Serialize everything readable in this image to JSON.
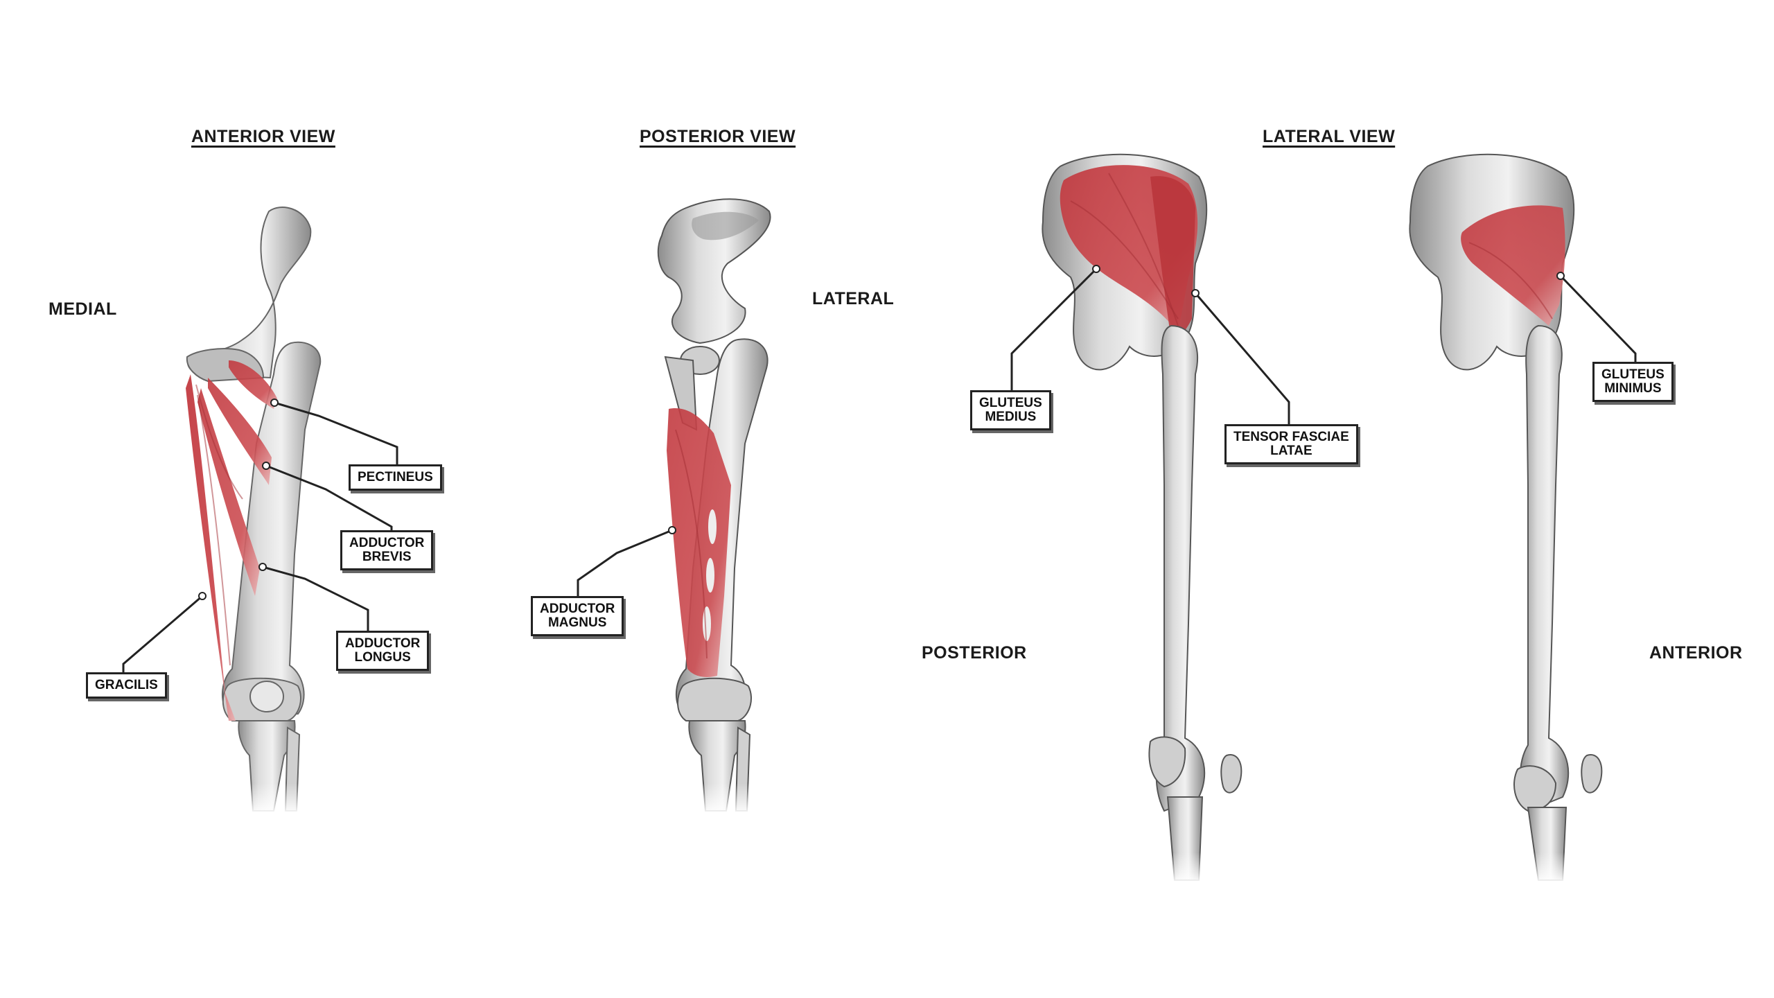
{
  "views": {
    "anterior": {
      "title": "ANTERIOR VIEW"
    },
    "posterior": {
      "title": "POSTERIOR VIEW"
    },
    "lateral": {
      "title": "LATERAL VIEW"
    }
  },
  "directions": {
    "medial": "MEDIAL",
    "lateral": "LATERAL",
    "posterior": "POSTERIOR",
    "anterior": "ANTERIOR"
  },
  "muscles": {
    "pectineus": {
      "line1": "PECTINEUS"
    },
    "adductor_brevis": {
      "line1": "ADDUCTOR",
      "line2": "BREVIS"
    },
    "adductor_longus": {
      "line1": "ADDUCTOR",
      "line2": "LONGUS"
    },
    "gracilis": {
      "line1": "GRACILIS"
    },
    "adductor_magnus": {
      "line1": "ADDUCTOR",
      "line2": "MAGNUS"
    },
    "gluteus_medius": {
      "line1": "GLUTEUS",
      "line2": "MEDIUS"
    },
    "tensor_fasciae_latae": {
      "line1": "TENSOR FASCIAE",
      "line2": "LATAE"
    },
    "gluteus_minimus": {
      "line1": "GLUTEUS",
      "line2": "MINIMUS"
    }
  },
  "colors": {
    "muscle": "#c0393f",
    "bone": "#d6d6d6",
    "bone_shadow": "#7a7a7a",
    "leader": "#222222"
  }
}
